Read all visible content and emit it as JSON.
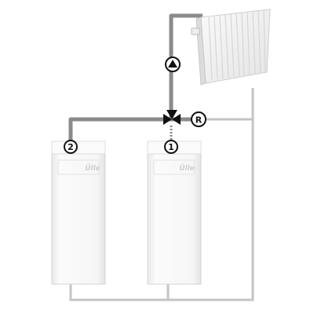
{
  "markers": {
    "boiler_one": "1",
    "boiler_two": "2",
    "return": "R"
  },
  "boilers": {
    "left_brand": "Ülle",
    "right_brand": "Ülle"
  },
  "icons": {
    "pump": "pump-icon",
    "valve": "three-way-valve-icon",
    "radiator": "radiator-icon"
  },
  "colors": {
    "pipe_flow": "#8a8a8a",
    "pipe_return": "#c4c4c4",
    "boiler_body": "#f7f7f7",
    "marker_fill": "#ffffff",
    "marker_stroke": "#111111"
  }
}
